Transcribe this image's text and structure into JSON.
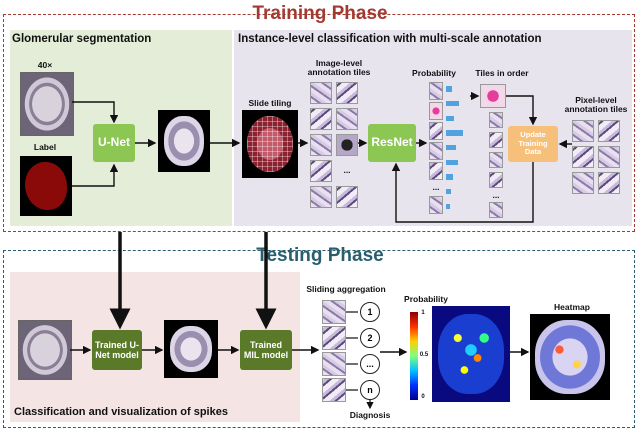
{
  "training": {
    "title": "Training Phase",
    "left_title": "Glomerular segmentation",
    "right_title": "Instance-level classification with multi-scale annotation",
    "input_label": "40×",
    "label_caption": "Label",
    "unet": "U-Net",
    "slide_tiling": "Slide tiling",
    "image_tiles_title": "Image-level annotation tiles",
    "probability": "Probability",
    "tiles_in_order": "Tiles in order",
    "resnet": "ResNet",
    "update": "Update Training Data",
    "pixel_tiles_title": "Pixel-level annotation tiles",
    "ellipsis": "..."
  },
  "testing": {
    "title": "Testing Phase",
    "trained_unet": "Trained U-Net model",
    "trained_mil": "Trained MIL model",
    "sliding_aggregation": "Sliding aggregation",
    "nodes": [
      "1",
      "2",
      "...",
      "n"
    ],
    "probability": "Probability",
    "colorbar_ticks": [
      "1",
      "0.5",
      "0"
    ],
    "heatmap": "Heatmap",
    "diagnosis": "Diagnosis",
    "bottom_caption": "Classification and visualization of spikes",
    "ellipsis": "..."
  },
  "colors": {
    "training_title": "#a33a32",
    "testing_title": "#2a5e6e",
    "training_border": "#a33a32",
    "testing_border": "#2a5e6e",
    "green_panel": "#e3edd7",
    "lavender_panel": "#e8e4ee",
    "pink_panel": "#f4e4e4",
    "unet_green": "#8cc653",
    "dark_green": "#5a7a2a",
    "update_orange": "#f7c07a"
  },
  "probability_bars": [
    0.25,
    0.55,
    0.35,
    0.7,
    0.4,
    0.5,
    0.3,
    0.2,
    0.15
  ]
}
